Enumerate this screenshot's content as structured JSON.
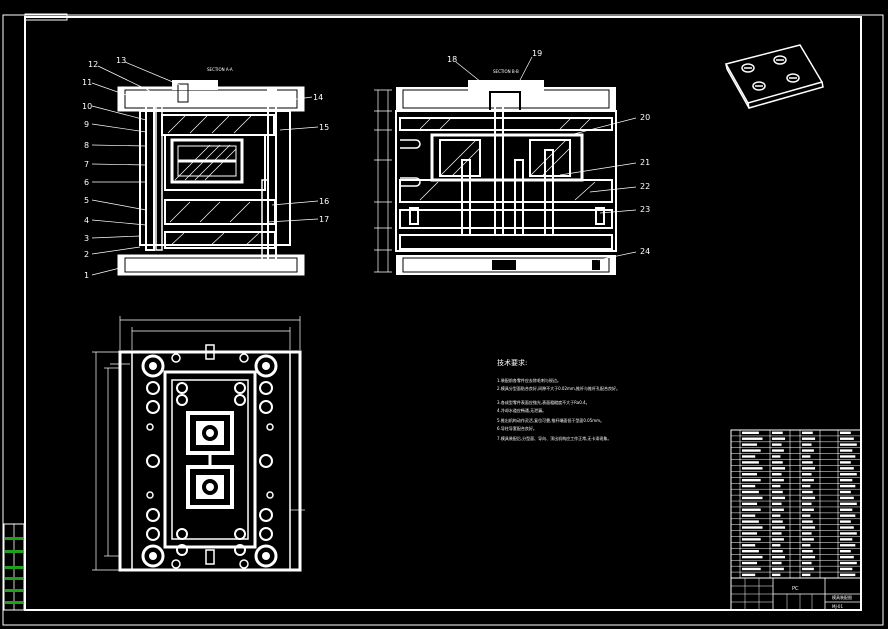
{
  "sheet": {
    "background": "#000000",
    "line_color": "#ffffff",
    "accent_green": "#1ea01e"
  },
  "views": {
    "section_a_title": "SECTION A-A",
    "section_b_title": "SECTION B-B"
  },
  "part_labels_left": [
    "1",
    "2",
    "3",
    "4",
    "5",
    "6",
    "7",
    "8",
    "9",
    "10",
    "11",
    "12",
    "13"
  ],
  "part_labels_right_of_a": [
    "14",
    "15",
    "16",
    "17"
  ],
  "part_labels_b": [
    "18",
    "19",
    "20",
    "21",
    "22",
    "23",
    "24"
  ],
  "notes": {
    "title": "技术要求:",
    "lines": [
      "1.装配前各零件应去除毛刺与锐边。",
      "2.模具分型面贴合良好,间隙不大于0.02mm,推杆与推杆孔配合良好。",
      "3.各成型零件表面应抛光,表面粗糙度不大于Ra0.4。",
      "4.冷却水道应畅通,无泄漏。",
      "5.推出机构动作灵活,复位可靠,推杆端面低于型面0.05mm。",
      "6.导柱导套配合良好。",
      "7.模具装配后,分型面、导向、顶出机构应工作正常,无卡滞现象。"
    ]
  },
  "title_block": {
    "material": "PC",
    "drawing_name": "模具装配图",
    "drawing_no": "MJ-01"
  }
}
